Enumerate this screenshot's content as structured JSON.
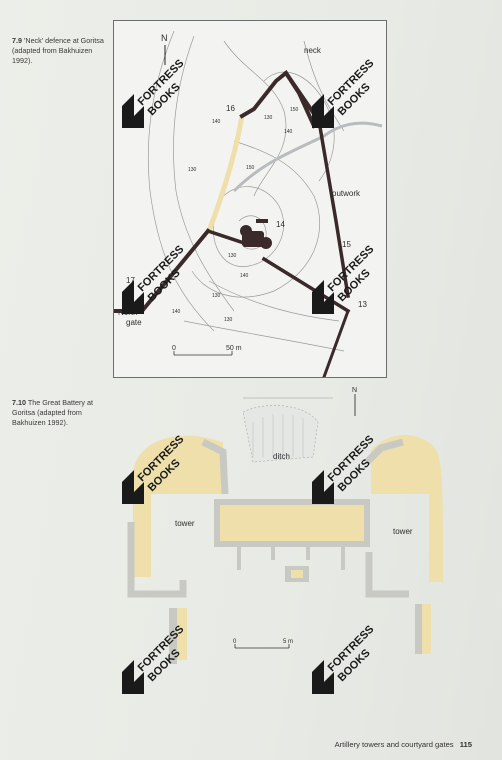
{
  "figures": [
    {
      "number": "7.9",
      "caption": "'Neck' defence at Goritsa (adapted from Bakhuizen 1992).",
      "labels": {
        "north": "N",
        "neck": "neck",
        "outwork": "outwork",
        "north_gate_1": "North",
        "north_gate_2": "gate",
        "scale": "50 m",
        "scale_zero": "0",
        "p16": "16",
        "p14": "14",
        "p15": "15",
        "p13": "13",
        "p17": "17"
      },
      "contours": [
        "140",
        "130",
        "150",
        "140",
        "130",
        "130",
        "140",
        "150",
        "130",
        "140",
        "130"
      ]
    },
    {
      "number": "7.10",
      "caption": "The Great Battery at Goritsa (adapted from Bakhuizen 1992).",
      "labels": {
        "north": "N",
        "ditch": "ditch",
        "tower_left": "tower",
        "tower_right": "tower",
        "scale": "5 m",
        "scale_zero": "0"
      }
    }
  ],
  "watermark": {
    "line1": "FORTRESS",
    "line2": "BOOKS"
  },
  "footer": {
    "section": "Artillery towers and courtyard gates",
    "page": "115"
  },
  "colors": {
    "wall": "#3b2a2a",
    "fill": "#eedfab",
    "stone": "#c9c9c4",
    "contour": "#9a9a9a"
  }
}
